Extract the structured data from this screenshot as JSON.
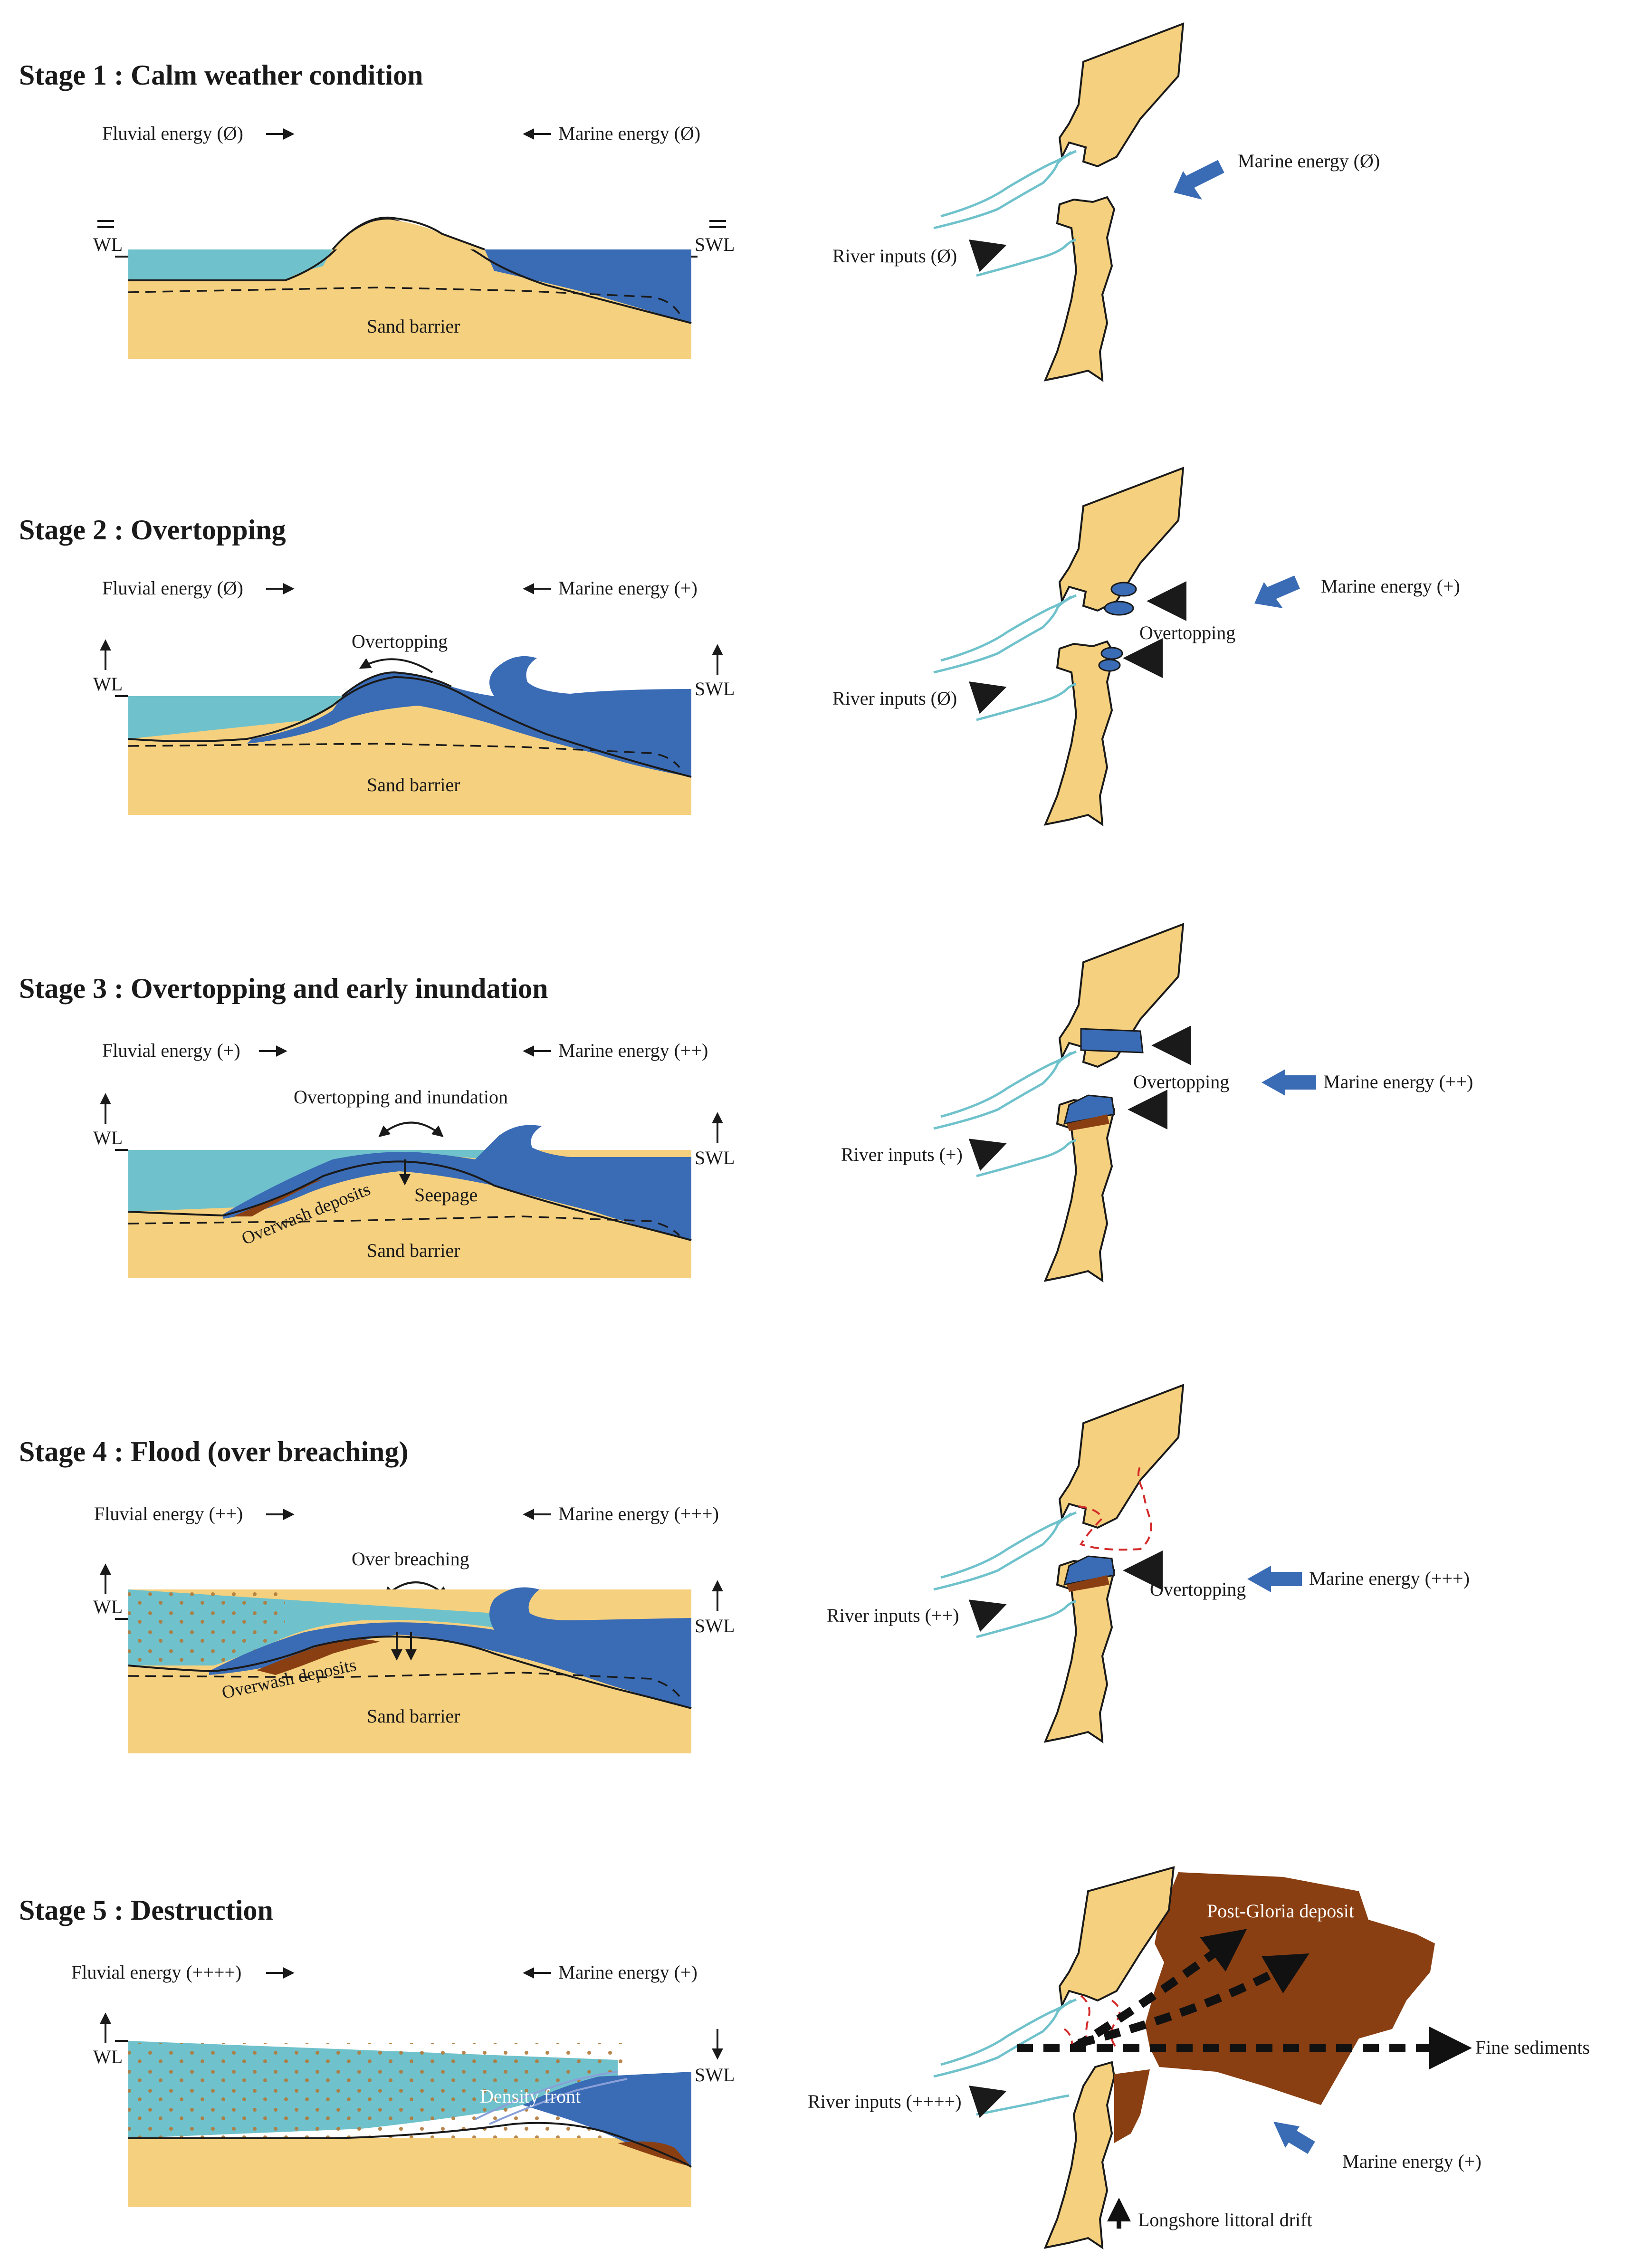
{
  "stages": [
    {
      "title": "Stage 1 : Calm weather condition",
      "fluvial": "Fluvial energy (Ø)",
      "marine": "Marine energy (Ø)",
      "wl": "WL",
      "swl": "SWL",
      "barrier": "Sand barrier",
      "map_marine": "Marine energy (Ø)",
      "map_river": "River inputs (Ø)"
    },
    {
      "title": "Stage 2 : Overtopping",
      "fluvial": "Fluvial energy (Ø)",
      "marine": "Marine energy (+)",
      "process": "Overtopping",
      "wl": "WL",
      "swl": "SWL",
      "barrier": "Sand barrier",
      "map_marine": "Marine energy (+)",
      "map_overtopping": "Overtopping",
      "map_river": "River inputs (Ø)"
    },
    {
      "title": "Stage 3 : Overtopping and early inundation",
      "fluvial": "Fluvial energy (+)",
      "marine": "Marine energy (++)",
      "process": "Overtopping and inundation",
      "overwash": "Overwash deposits",
      "seepage": "Seepage",
      "wl": "WL",
      "swl": "SWL",
      "barrier": "Sand barrier",
      "map_marine": "Marine energy (++)",
      "map_overtopping": "Overtopping",
      "map_river": "River inputs (+)"
    },
    {
      "title": "Stage 4 : Flood (over breaching)",
      "fluvial": "Fluvial energy (++)",
      "marine": "Marine energy (+++)",
      "process": "Over breaching",
      "overwash": "Overwash deposits",
      "wl": "WL",
      "swl": "SWL",
      "barrier": "Sand barrier",
      "map_marine": "Marine energy (+++)",
      "map_overtopping": "Overtopping",
      "map_river": "River inputs (++)"
    },
    {
      "title": "Stage 5 : Destruction",
      "fluvial": "Fluvial energy (++++)",
      "marine": "Marine energy (+)",
      "density": "Density front",
      "wl": "WL",
      "swl": "SWL",
      "map_deposit": "Post-Gloria deposit",
      "map_fine": "Fine sediments",
      "map_marine": "Marine energy (+)",
      "map_river": "River inputs (++++)",
      "map_drift": "Longshore littoral drift"
    }
  ],
  "colors": {
    "sand": "#f5d07e",
    "lagoon": "#6fc2cc",
    "sea": "#3a6bb5",
    "deposit": "#8a3f12",
    "breach": "#d42a2a"
  }
}
